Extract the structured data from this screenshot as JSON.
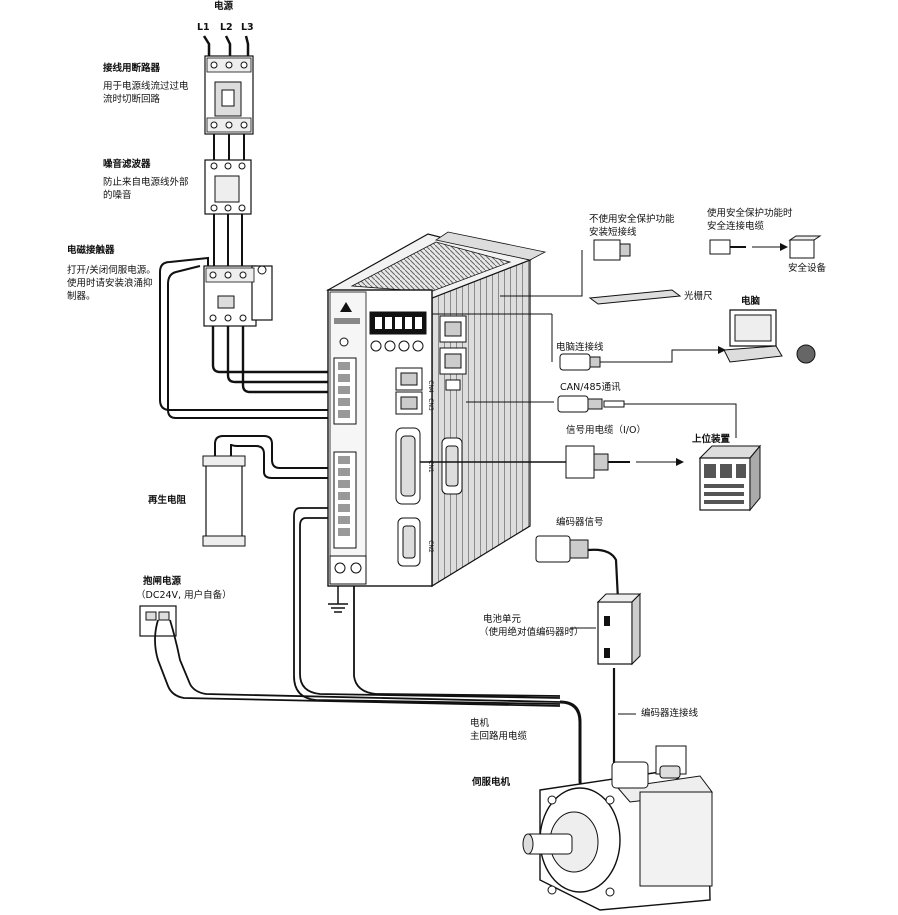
{
  "power": {
    "title": "电源",
    "phases": [
      "L1",
      "L2",
      "L3"
    ]
  },
  "breaker": {
    "title": "接线用断路器",
    "desc_line1": "用于电源线流过过电",
    "desc_line2": "流时切断回路"
  },
  "noise_filter": {
    "title": "噪音滤波器",
    "desc_line1": "防止来自电源线外部",
    "desc_line2": "的噪音"
  },
  "contactor": {
    "title": "电磁接触器",
    "desc_line1": "打开/关闭伺服电源。",
    "desc_line2": "使用时请安装浪涌抑",
    "desc_line3": "制器。"
  },
  "regen_resistor": {
    "title": "再生电阻"
  },
  "brake_power": {
    "title": "抱闸电源",
    "desc": "（DC24V, 用户自备）"
  },
  "safety_short": {
    "line1": "不使用安全保护功能",
    "line2": "安装短接线"
  },
  "safety_cable": {
    "line1": "使用安全保护功能时",
    "line2": "安全连接电缆"
  },
  "safety_device": {
    "title": "安全设备"
  },
  "grating": {
    "title": "光栅尺"
  },
  "pc": {
    "title": "电脑"
  },
  "pc_cable": {
    "title": "电脑连接线"
  },
  "comm": {
    "title": "CAN/485通讯"
  },
  "signal_cable": {
    "title": "信号用电缆（I/O）"
  },
  "host": {
    "title": "上位装置"
  },
  "encoder_signal": {
    "title": "编码器信号"
  },
  "battery": {
    "title": "电池单元",
    "desc": "（使用绝对值编码器时）"
  },
  "encoder_cable": {
    "title": "编码器连接线"
  },
  "motor_cable": {
    "line1": "电机",
    "line2": "主回路用电缆"
  },
  "servo_motor": {
    "title": "伺服电机"
  },
  "drive": {
    "ports": [
      "CN4",
      "CN3",
      "CN1",
      "CN2"
    ]
  }
}
